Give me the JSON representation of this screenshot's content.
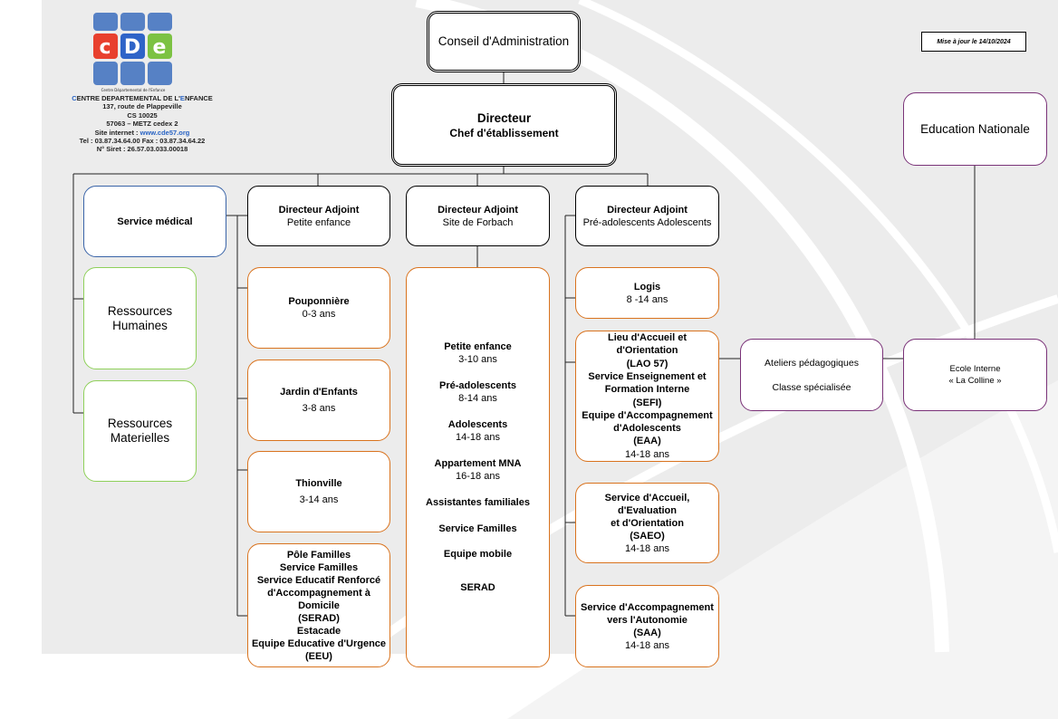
{
  "org": {
    "name_c": "C",
    "name_rest1": "ENTRE DEPARTEMENTAL DE L'",
    "name_e": "E",
    "name_rest2": "NFANCE",
    "logo_sub": "Centre Départemental de l'Enfance",
    "address1": "137, route de Plappeville",
    "address2": "CS 10025",
    "address3": "57063 – METZ cedex 2",
    "site_label": "Site internet : ",
    "site_url": "www.cde57.org",
    "phone": "Tel : 03.87.34.64.00 Fax : 03.87.34.64.22",
    "siret": "N° Siret : 26.57.03.033.00018"
  },
  "logo": {
    "letters": [
      "c",
      "D",
      "e"
    ],
    "colors": {
      "c": "#e8402e",
      "D": "#2f64c8",
      "e": "#7cc243",
      "tile": "#3d6fbf"
    }
  },
  "update": "Mise à jour le 14/10/2024",
  "board": "Conseil d'Administration",
  "director": {
    "title": "Directeur",
    "subtitle": "Chef d'établissement"
  },
  "education": "Education Nationale",
  "medical": "Service médical",
  "rh": "Ressources Humaines",
  "materials": "Ressources Materielles",
  "da1": {
    "title": "Directeur Adjoint",
    "subtitle": "Petite enfance"
  },
  "da2": {
    "title": "Directeur Adjoint",
    "subtitle": "Site de Forbach"
  },
  "da3": {
    "title": "Directeur Adjoint",
    "subtitle": "Pré-adolescents Adolescents"
  },
  "pe": {
    "pouponniere": {
      "name": "Pouponnière",
      "age": "0-3 ans"
    },
    "jardin": {
      "name": "Jardin d'Enfants",
      "age": "3-8 ans"
    },
    "thionville": {
      "name": "Thionville",
      "age": "3-14 ans"
    },
    "pole": [
      "Pôle Familles",
      "Service Familles",
      "Service Educatif Renforcé",
      "d'Accompagnement à Domicile",
      "(SERAD)",
      "Estacade",
      "Equipe Educative d'Urgence",
      "(EEU)"
    ]
  },
  "forbach": {
    "pe": "Petite enfance",
    "pe_age": "3-10 ans",
    "pa": "Pré-adolescents",
    "pa_age": "8-14 ans",
    "ado": "Adolescents",
    "ado_age": "14-18 ans",
    "mna": "Appartement MNA",
    "mna_age": "16-18 ans",
    "af": "Assistantes familiales",
    "sf": "Service Familles",
    "em": "Equipe mobile",
    "serad": "SERAD"
  },
  "ado": {
    "logis": {
      "name": "Logis",
      "age": "8 -14 ans"
    },
    "lao": [
      "Lieu d'Accueil et d'Orientation",
      "(LAO 57)",
      "Service Enseignement et",
      "Formation Interne",
      "(SEFI)",
      "Equipe d'Accompagnement",
      "d'Adolescents",
      "(EAA)"
    ],
    "lao_age": "14-18 ans",
    "saeo": [
      "Service d'Accueil, d'Evaluation",
      "et d'Orientation",
      "(SAEO)"
    ],
    "saeo_age": "14-18 ans",
    "saa": [
      "Service d'Accompagnement",
      "vers l'Autonomie",
      "(SAA)"
    ],
    "saa_age": "14-18 ans"
  },
  "ateliers": {
    "line1": "Ateliers pédagogiques",
    "line2": "Classe spécialisée"
  },
  "ecole": {
    "line1": "Ecole Interne",
    "line2": "« La Colline »"
  }
}
